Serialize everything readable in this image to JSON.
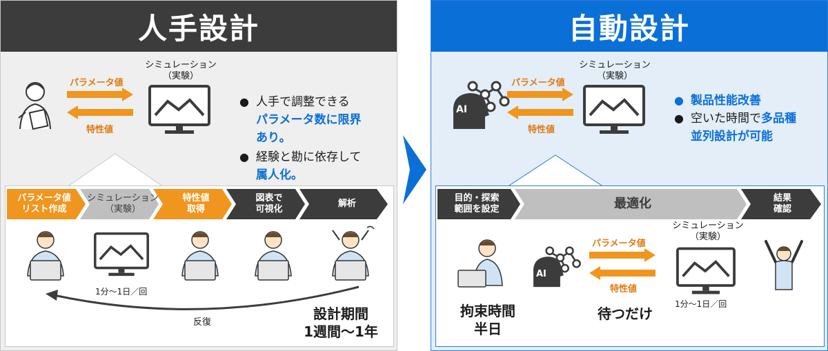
{
  "left": {
    "title": "人手設計",
    "sim_label_line1": "シミュレーション",
    "sim_label_line2": "（実験）",
    "param_label": "パラメータ値",
    "char_label": "特性値",
    "bullet1_line1": "人手で調整できる",
    "bullet1_line2": "パラメータ数に限界",
    "bullet1_line3": "あり。",
    "bullet2_line1": "経験と勘に依存して",
    "bullet2_line2": "属人化。",
    "steps": [
      {
        "line1": "パラメータ値",
        "line2": "リスト作成"
      },
      {
        "line1": "シミュレーション",
        "line2": "（実験）"
      },
      {
        "line1": "特性値",
        "line2": "取得"
      },
      {
        "line1": "図表で",
        "line2": "可視化"
      },
      {
        "line1": "解析",
        "line2": ""
      }
    ],
    "time_label": "1分〜1日／回",
    "loop_label": "反復",
    "period_line1": "設計期間",
    "period_line2": "1週間〜1年"
  },
  "right": {
    "title": "自動設計",
    "sim_label_line1": "シミュレーション",
    "sim_label_line2": "（実験）",
    "param_label": "パラメータ値",
    "char_label": "特性値",
    "ai_label": "AI",
    "bullet1": "製品性能改善",
    "bullet2_a": "空いた時間で",
    "bullet2_b": "多品種",
    "bullet2_line2": "並列設計が可能",
    "steps": [
      {
        "line1": "目的・探索",
        "line2": "範囲を設定"
      },
      {
        "line1": "最適化",
        "line2": ""
      },
      {
        "line1": "結果",
        "line2": "確認"
      }
    ],
    "time_label": "1分〜1日／回",
    "bind_line1": "拘束時間",
    "bind_line2": "半日",
    "wait_label": "待つだけ"
  },
  "colors": {
    "orange": "#f0961e",
    "blue": "#0b6fd8",
    "dark": "#3c3c3c",
    "gray": "#bfbfbf"
  }
}
